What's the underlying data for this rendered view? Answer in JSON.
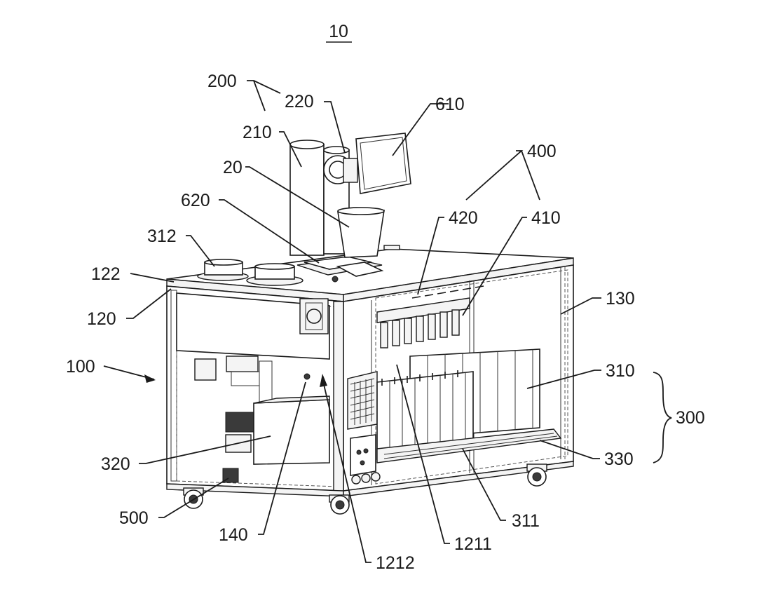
{
  "figure": {
    "title": "10",
    "labels": {
      "l200": "200",
      "l220": "220",
      "l610": "610",
      "l210": "210",
      "l20": "20",
      "l400": "400",
      "l620": "620",
      "l420": "420",
      "l410": "410",
      "l312": "312",
      "l122": "122",
      "l130": "130",
      "l120": "120",
      "l100": "100",
      "l310": "310",
      "l300": "300",
      "l320": "320",
      "l330": "330",
      "l500": "500",
      "l311": "311",
      "l140": "140",
      "l1211": "1211",
      "l1212": "1212"
    }
  }
}
